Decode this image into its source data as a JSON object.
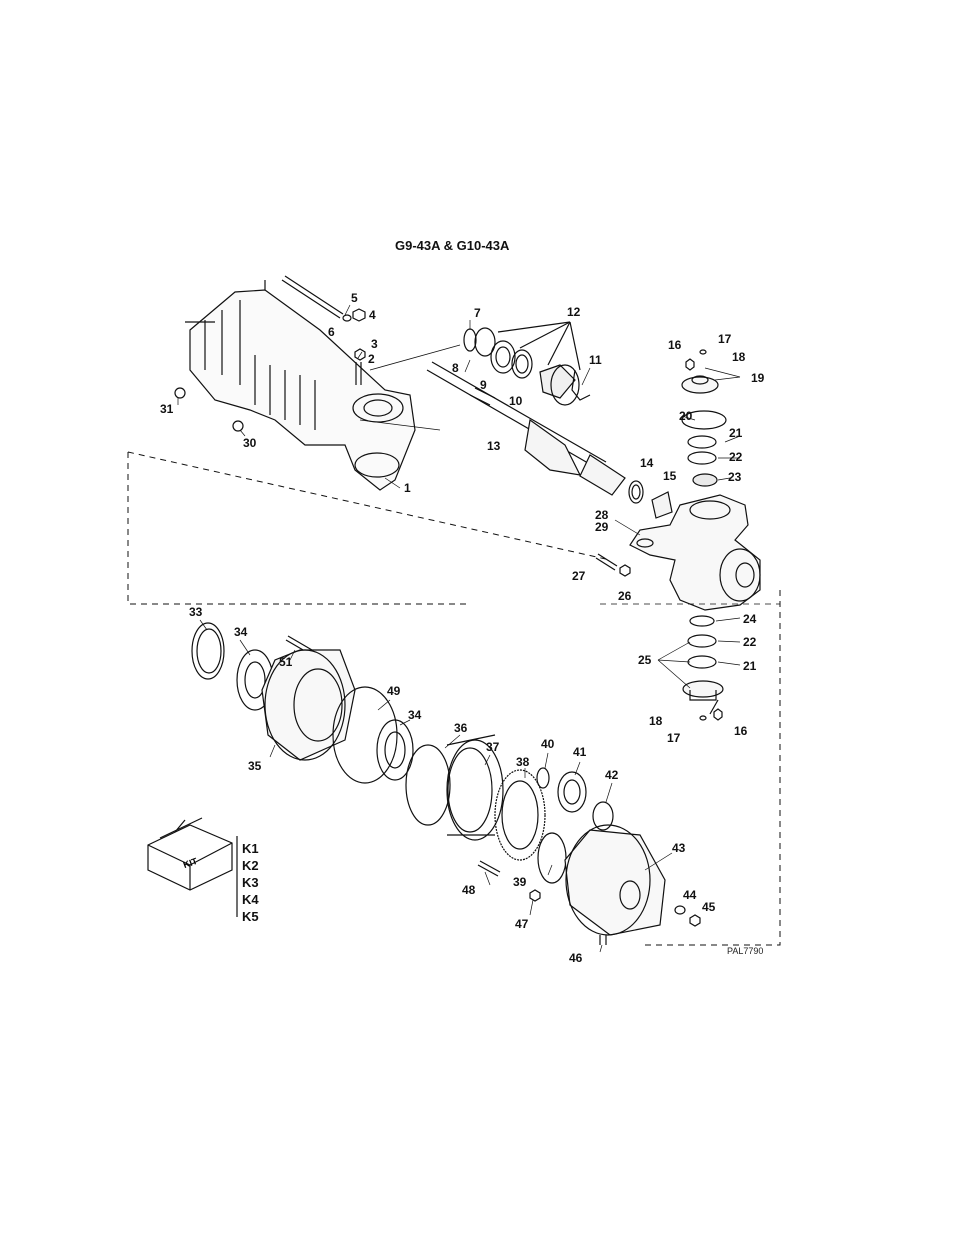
{
  "diagram": {
    "title": "G9-43A & G10-43A",
    "drawing_code": "PAL7790",
    "kit_box_label": "KIT",
    "kit_items": [
      "K1",
      "K2",
      "K3",
      "K4",
      "K5"
    ],
    "callouts": {
      "c1": "1",
      "c2": "2",
      "c3": "3",
      "c4": "4",
      "c5": "5",
      "c6": "6",
      "c7": "7",
      "c8": "8",
      "c9": "9",
      "c10": "10",
      "c11": "11",
      "c12": "12",
      "c13": "13",
      "c14": "14",
      "c15": "15",
      "c16a": "16",
      "c16b": "16",
      "c17a": "17",
      "c17b": "17",
      "c18a": "18",
      "c18b": "18",
      "c19": "19",
      "c20": "20",
      "c21a": "21",
      "c21b": "21",
      "c22a": "22",
      "c22b": "22",
      "c23": "23",
      "c24": "24",
      "c25": "25",
      "c26": "26",
      "c27": "27",
      "c28": "28",
      "c29": "29",
      "c30": "30",
      "c31": "31",
      "c33": "33",
      "c34a": "34",
      "c34b": "34",
      "c35": "35",
      "c36": "36",
      "c37": "37",
      "c38": "38",
      "c39": "39",
      "c40": "40",
      "c41": "41",
      "c42": "42",
      "c43": "43",
      "c44": "44",
      "c45": "45",
      "c46": "46",
      "c47": "47",
      "c48": "48",
      "c49": "49",
      "c51": "51"
    }
  }
}
